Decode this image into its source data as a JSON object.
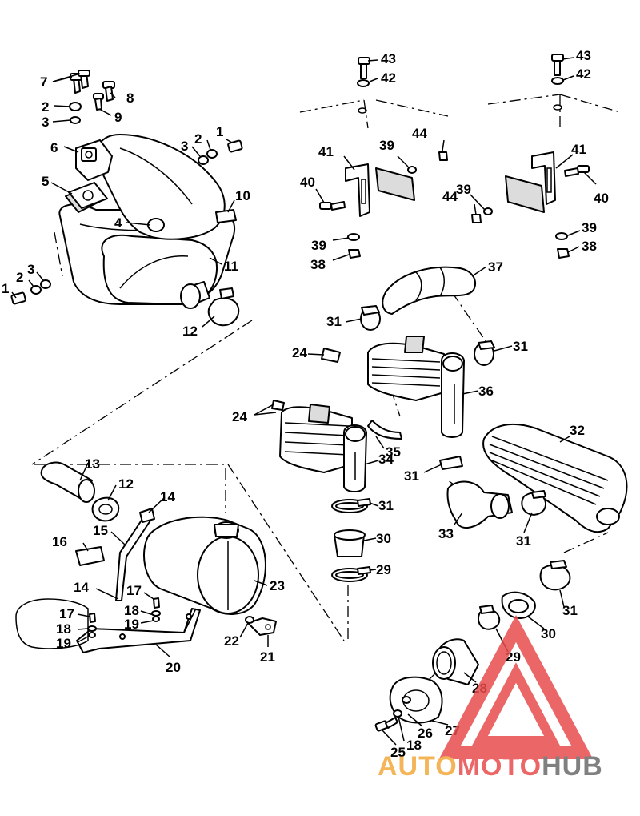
{
  "diagram": {
    "callouts": [
      {
        "id": "c1a",
        "text": "1"
      },
      {
        "id": "c1b",
        "text": "1"
      },
      {
        "id": "c2a",
        "text": "2"
      },
      {
        "id": "c2b",
        "text": "2"
      },
      {
        "id": "c2c",
        "text": "2"
      },
      {
        "id": "c3a",
        "text": "3"
      },
      {
        "id": "c3b",
        "text": "3"
      },
      {
        "id": "c3c",
        "text": "3"
      },
      {
        "id": "c4",
        "text": "4"
      },
      {
        "id": "c5",
        "text": "5"
      },
      {
        "id": "c6",
        "text": "6"
      },
      {
        "id": "c7",
        "text": "7"
      },
      {
        "id": "c8",
        "text": "8"
      },
      {
        "id": "c9",
        "text": "9"
      },
      {
        "id": "c10",
        "text": "10"
      },
      {
        "id": "c11",
        "text": "11"
      },
      {
        "id": "c12a",
        "text": "12"
      },
      {
        "id": "c12b",
        "text": "12"
      },
      {
        "id": "c13",
        "text": "13"
      },
      {
        "id": "c14a",
        "text": "14"
      },
      {
        "id": "c14b",
        "text": "14"
      },
      {
        "id": "c15",
        "text": "15"
      },
      {
        "id": "c16",
        "text": "16"
      },
      {
        "id": "c17a",
        "text": "17"
      },
      {
        "id": "c17b",
        "text": "17"
      },
      {
        "id": "c18a",
        "text": "18"
      },
      {
        "id": "c18b",
        "text": "18"
      },
      {
        "id": "c18c",
        "text": "18"
      },
      {
        "id": "c19a",
        "text": "19"
      },
      {
        "id": "c19b",
        "text": "19"
      },
      {
        "id": "c20",
        "text": "20"
      },
      {
        "id": "c21",
        "text": "21"
      },
      {
        "id": "c22",
        "text": "22"
      },
      {
        "id": "c23",
        "text": "23"
      },
      {
        "id": "c24a",
        "text": "24"
      },
      {
        "id": "c24b",
        "text": "24"
      },
      {
        "id": "c25",
        "text": "25"
      },
      {
        "id": "c26",
        "text": "26"
      },
      {
        "id": "c27",
        "text": "27"
      },
      {
        "id": "c28",
        "text": "28"
      },
      {
        "id": "c29a",
        "text": "29"
      },
      {
        "id": "c29b",
        "text": "29"
      },
      {
        "id": "c30a",
        "text": "30"
      },
      {
        "id": "c30b",
        "text": "30"
      },
      {
        "id": "c31a",
        "text": "31"
      },
      {
        "id": "c31b",
        "text": "31"
      },
      {
        "id": "c31c",
        "text": "31"
      },
      {
        "id": "c31d",
        "text": "31"
      },
      {
        "id": "c31e",
        "text": "31"
      },
      {
        "id": "c31f",
        "text": "31"
      },
      {
        "id": "c32",
        "text": "32"
      },
      {
        "id": "c33",
        "text": "33"
      },
      {
        "id": "c34",
        "text": "34"
      },
      {
        "id": "c35",
        "text": "35"
      },
      {
        "id": "c36",
        "text": "36"
      },
      {
        "id": "c37",
        "text": "37"
      },
      {
        "id": "c38a",
        "text": "38"
      },
      {
        "id": "c38b",
        "text": "38"
      },
      {
        "id": "c39a",
        "text": "39"
      },
      {
        "id": "c39b",
        "text": "39"
      },
      {
        "id": "c39c",
        "text": "39"
      },
      {
        "id": "c39d",
        "text": "39"
      },
      {
        "id": "c40a",
        "text": "40"
      },
      {
        "id": "c40b",
        "text": "40"
      },
      {
        "id": "c41a",
        "text": "41"
      },
      {
        "id": "c41b",
        "text": "41"
      },
      {
        "id": "c42a",
        "text": "42"
      },
      {
        "id": "c42b",
        "text": "42"
      },
      {
        "id": "c43a",
        "text": "43"
      },
      {
        "id": "c43b",
        "text": "43"
      },
      {
        "id": "c44a",
        "text": "44"
      },
      {
        "id": "c44b",
        "text": "44"
      }
    ]
  },
  "watermark": {
    "part1": "AUTO",
    "part2": "MOTO",
    "part3": "HUB",
    "colors": {
      "auto": "#f2a93b",
      "moto": "#e84d4d",
      "hub": "#6b6b6b",
      "triangle": "#e84d4d"
    }
  }
}
